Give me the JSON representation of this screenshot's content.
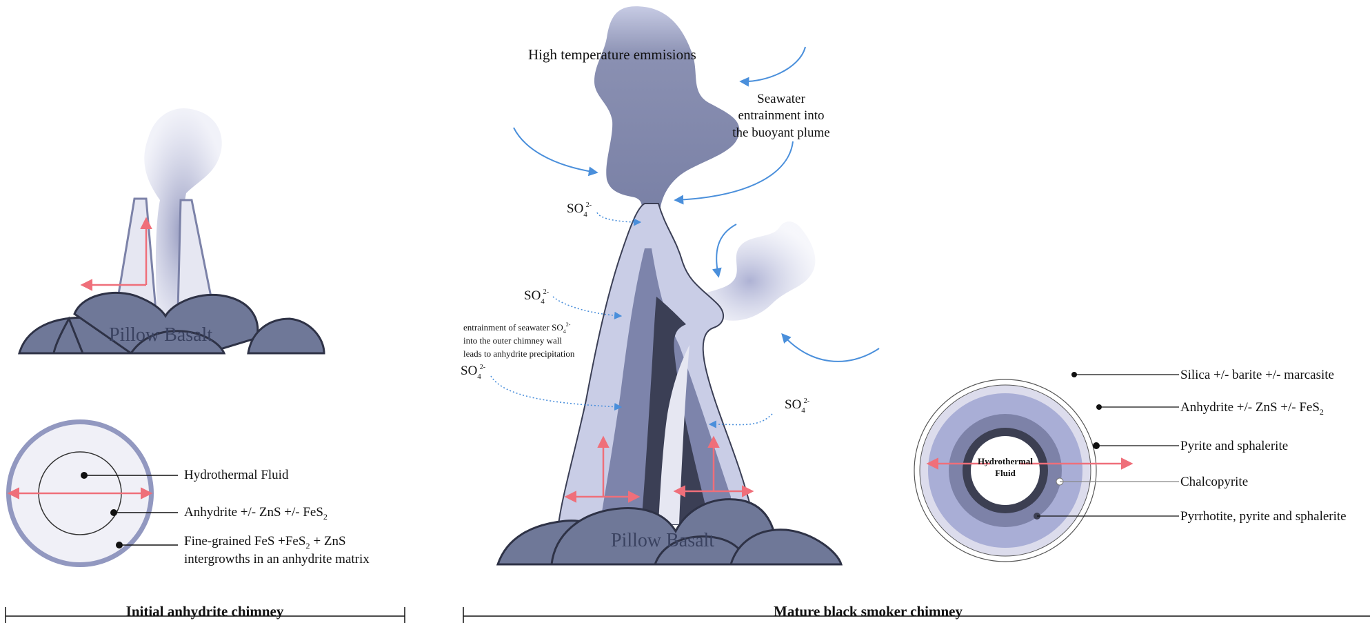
{
  "colors": {
    "basalt": "#6f7898",
    "basalt_outline": "#2e3246",
    "plume": "#8088a8",
    "chimney_light": "#c9cde6",
    "chimney_mid": "#7d84ab",
    "chimney_dark": "#3b3f55",
    "arrow_red": "#ef6f7a",
    "arrow_blue": "#4a8fdb",
    "ring_outer": "#a9aed6",
    "ring_mid": "#7d82a8",
    "ring_dark": "#3c3f52"
  },
  "left": {
    "basalt_label": "Pillow Basalt",
    "cross_section_labels": [
      "Hydrothermal Fluid",
      "Anhydrite +/- ZnS +/- FeS",
      "Fine-grained FeS +FeS",
      "intergrowths in an anhydrite matrix"
    ],
    "subscripts": {
      "label2": "2",
      "label3_a": "2",
      "label3_b": "+ ZnS"
    },
    "caption": "Initial anhydrite chimney"
  },
  "middle": {
    "emissions_label": "High temperature emmisions",
    "seawater_label": [
      "Seawater",
      "entrainment into",
      "the buoyant plume"
    ],
    "sulfate": {
      "base": "SO",
      "sub": "4",
      "sup": "2-"
    },
    "entrainment_note": [
      "entrainment of seawater SO",
      "into the outer chimney wall",
      "leads to anhydrite precipitation"
    ],
    "basalt_label": "Pillow Basalt",
    "caption": "Mature black smoker chimney"
  },
  "right": {
    "center_label": [
      "Hydrothermal",
      "Fluid"
    ],
    "labels": [
      "Silica +/- barite +/- marcasite",
      "Anhydrite +/- ZnS +/- FeS",
      "Pyrite and sphalerite",
      "Chalcopyrite",
      "Pyrrhotite, pyrite and sphalerite"
    ],
    "label2_sub": "2"
  }
}
